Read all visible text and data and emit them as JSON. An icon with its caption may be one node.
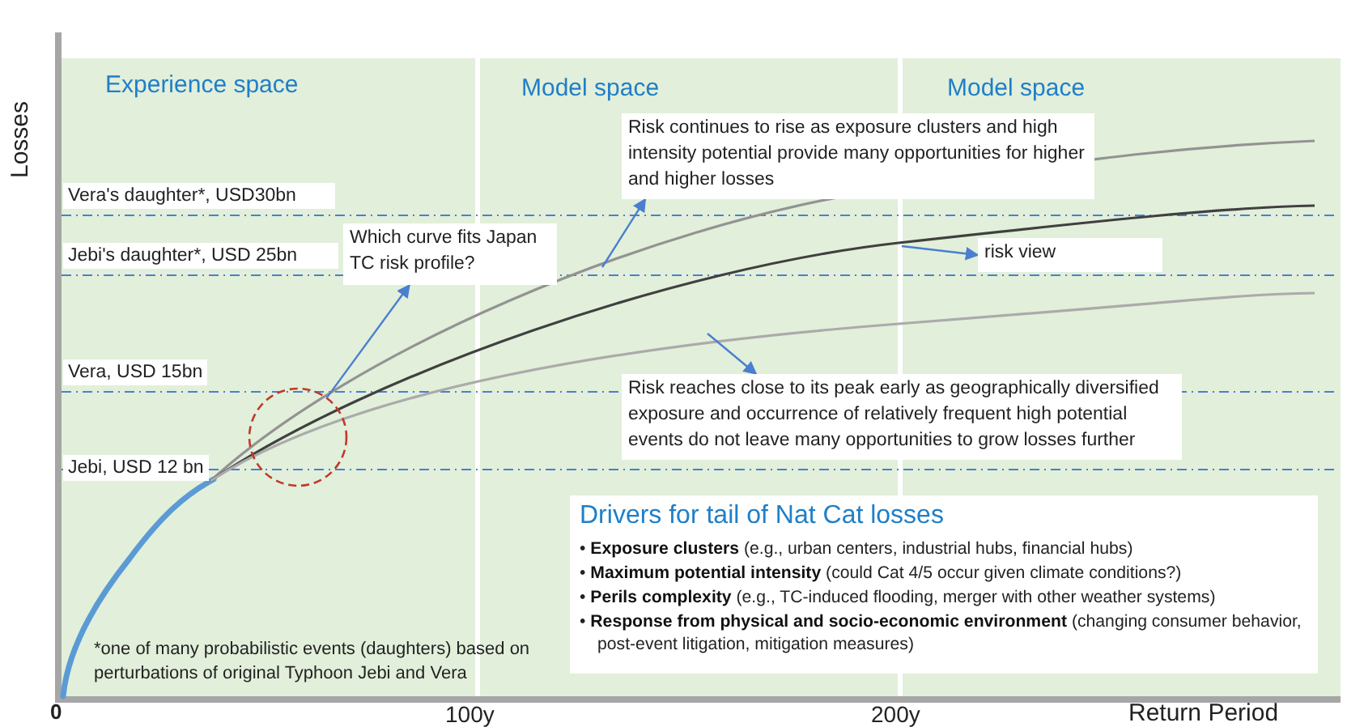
{
  "diagram": {
    "nodes": [
      {
        "text": [
          "Which curve fits Japan TC risk profile?"
        ]
      },
      {
        "text": [
          "Risk continues to rise as exposure clusters and high intensity potential provide many opportunities for higher and higher losses"
        ]
      },
      {
        "text": [
          "risk view"
        ]
      },
      {
        "text": [
          "Risk reaches close to its peak early as geographically diversified exposure and occurrence of relatively frequent high potential events do not leave many opportunities to grow losses further"
        ]
      },
      {
        "text": [],
        "shape": "circle"
      },
      {
        "text": [
          "Drivers for tail of Nat Cat losses",
          "• **Exposure clusters** (e.g., urban centers, industrial hubs, financial hubs)",
          "• **Maximum potential intensity** (could Cat 4/5 occur given climate conditions?)",
          "• **Perils complexity** (e.g., TC-induced flooding, merger with other weather systems)",
          "• **Response from physical and socio-economic environment** (changing consumer behavior, post-event litigation, mitigation measures)"
        ]
      }
    ],
    "edges": [
      {
        "from": 4,
        "to": 0,
        "arrow": "to"
      },
      {
        "from": null,
        "to": 1,
        "arrow": "to"
      },
      {
        "from": null,
        "to": 2,
        "arrow": "to"
      },
      {
        "from": null,
        "to": 3,
        "arrow": "to"
      }
    ],
    "labels": [
      "Losses",
      "Experience space",
      "Model space",
      "Model space",
      "Vera's daughter*, USD30bn",
      "Jebi's daughter*, USD 25bn",
      "Vera, USD 15bn",
      "Jebi, USD 12 bn",
      "*one of many probabilistic events (daughters) based on perturbations of original Typhoon Jebi and Vera",
      "0",
      "100y",
      "200y",
      "Return Period"
    ]
  }
}
